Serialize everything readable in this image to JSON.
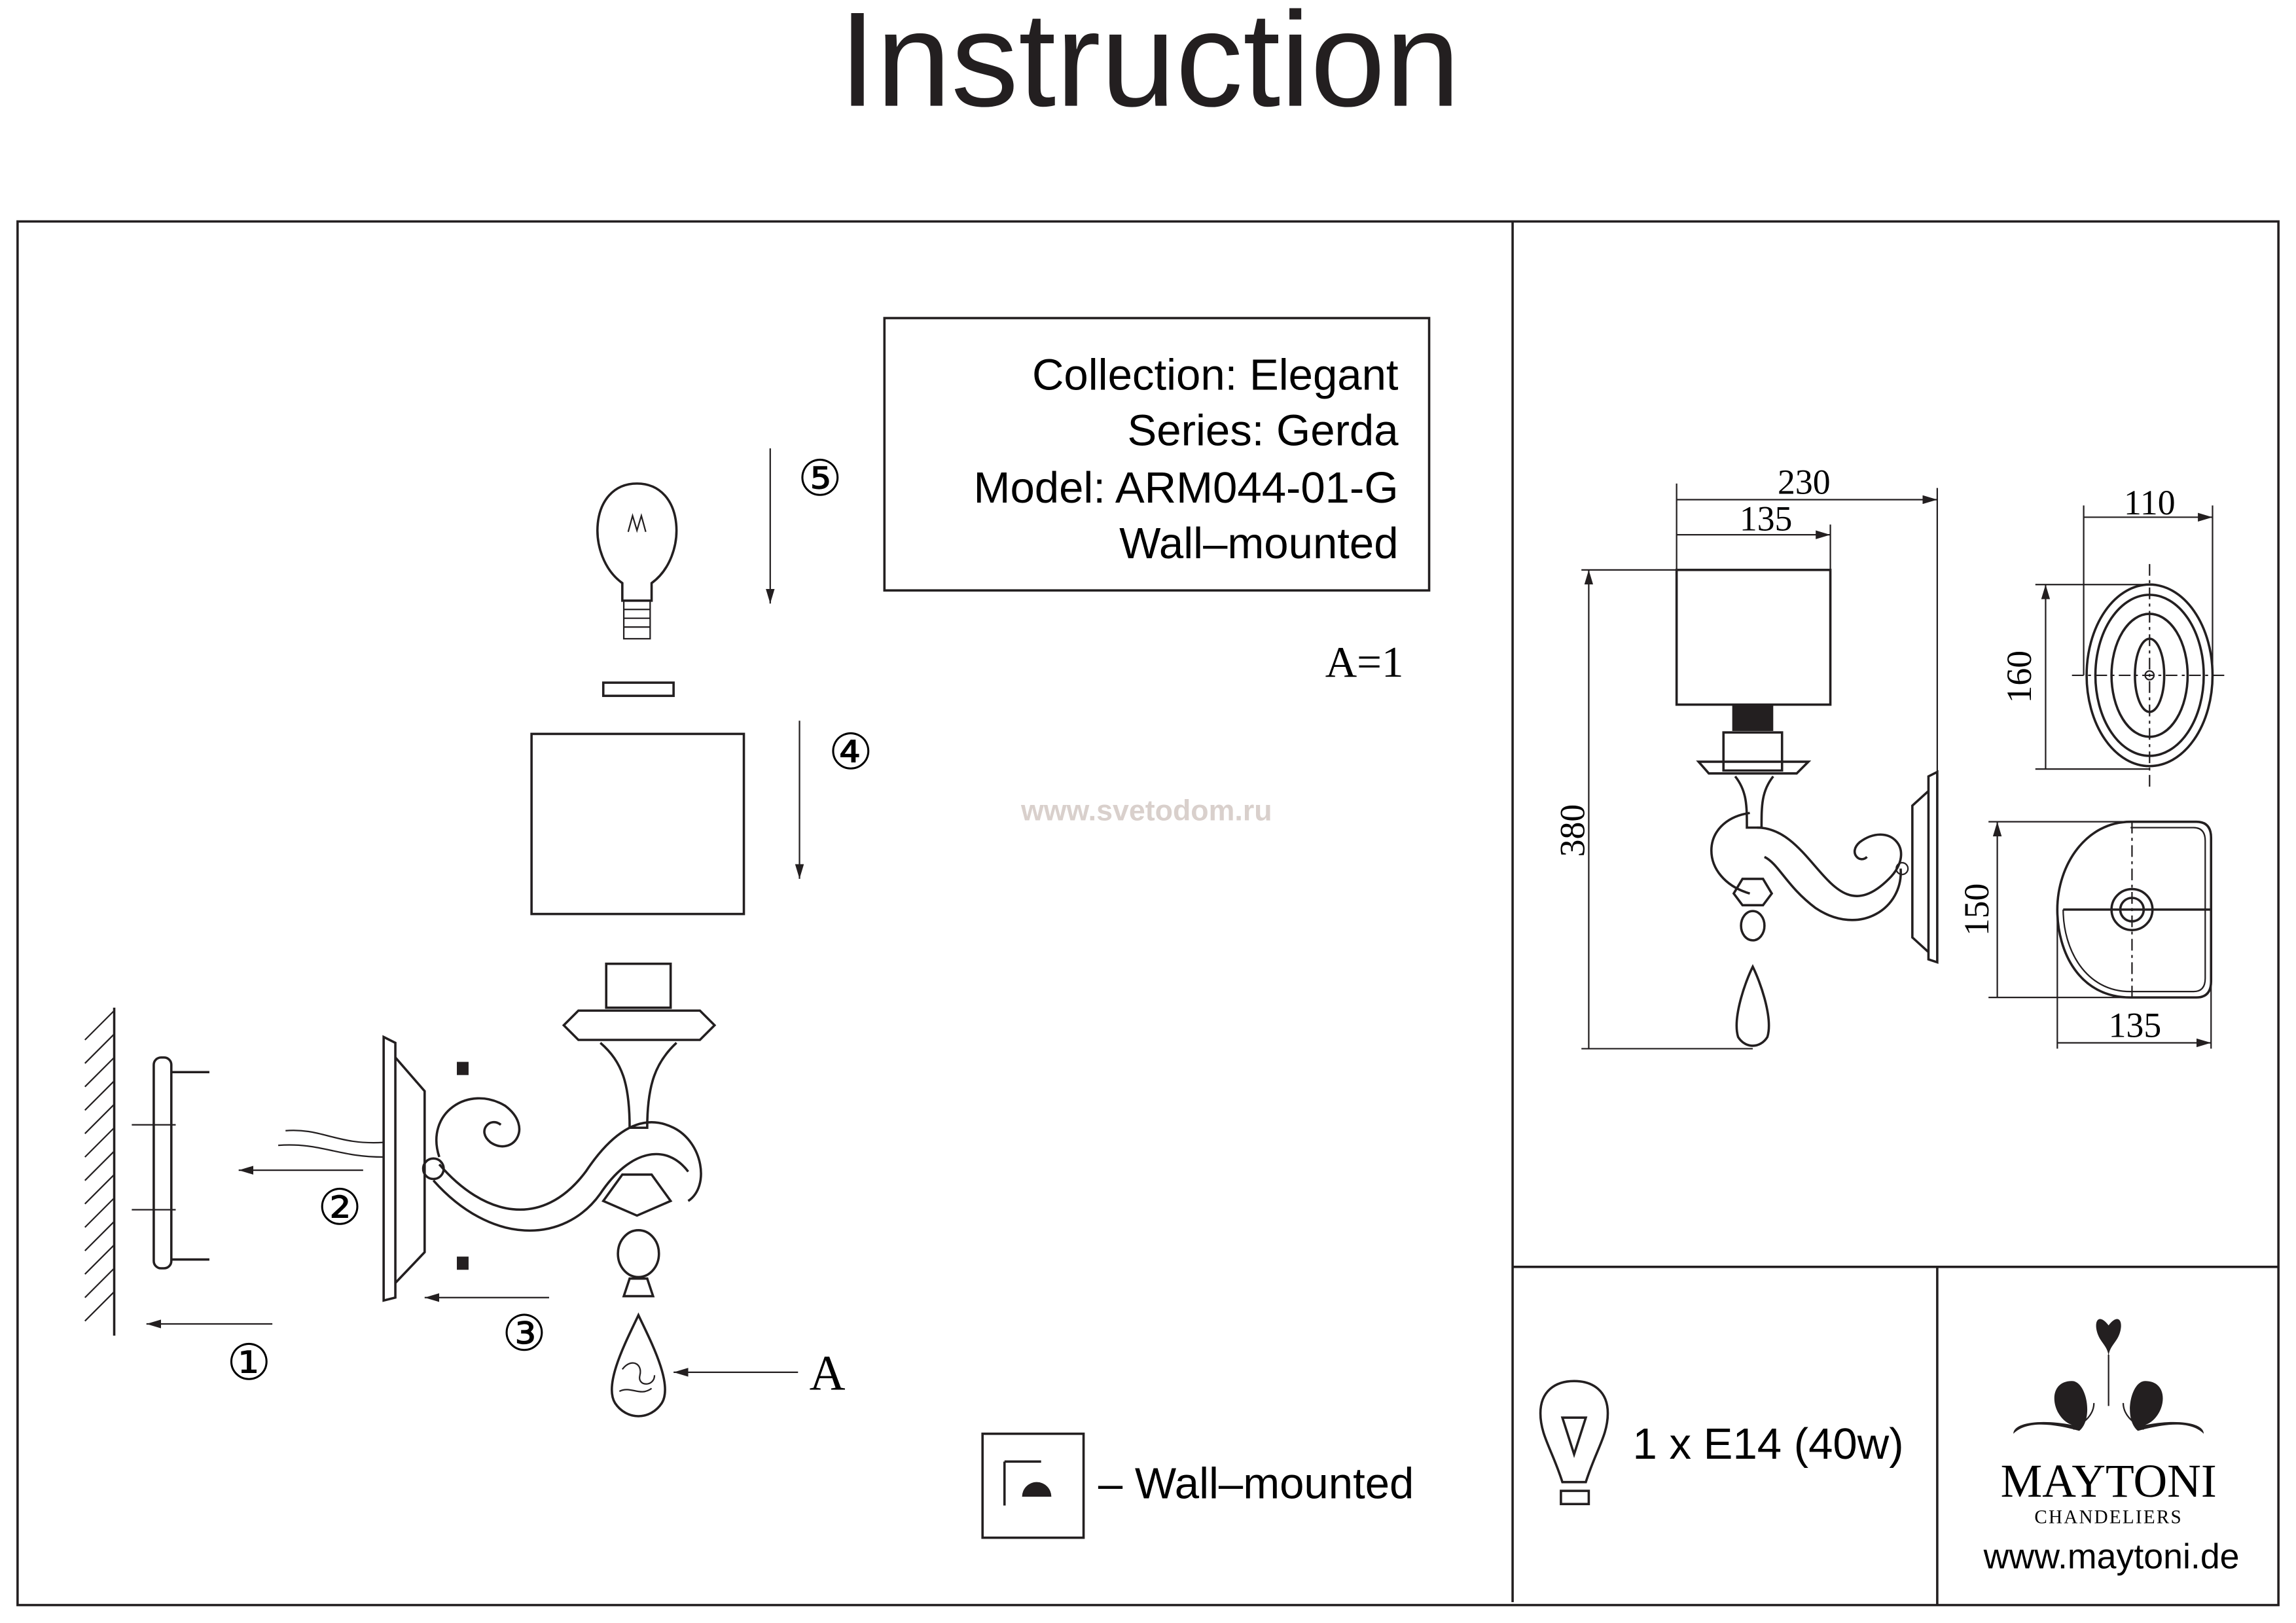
{
  "header": {
    "title": "Instruction"
  },
  "info_box": {
    "collection": "Collection: Elegant",
    "series": "Series: Gerda",
    "model": "Model: ARM044-01-G",
    "mounting": "Wall–mounted"
  },
  "assembly": {
    "part_count": "A=1",
    "part_label": "A",
    "steps": [
      "①",
      "②",
      "③",
      "④",
      "⑤"
    ],
    "watermark": "www.svetodom.ru"
  },
  "legend": {
    "mount_text": "– Wall–mounted",
    "mount_icon": "wall-mount-icon"
  },
  "dimensions": {
    "overall_width": "230",
    "shade_width": "135",
    "height": "380",
    "plate_width": "110",
    "plate_height": "160",
    "shade_depth": "150",
    "shade_top_width": "135"
  },
  "bulb": {
    "spec": "1 x E14 (40w)",
    "icon": "bulb-icon"
  },
  "brand": {
    "name": "MAYTONI",
    "sub": "CHANDELIERS",
    "url": "www.maytoni.de"
  },
  "colors": {
    "ink": "#231f20",
    "watermark": "#d9d0cc"
  }
}
